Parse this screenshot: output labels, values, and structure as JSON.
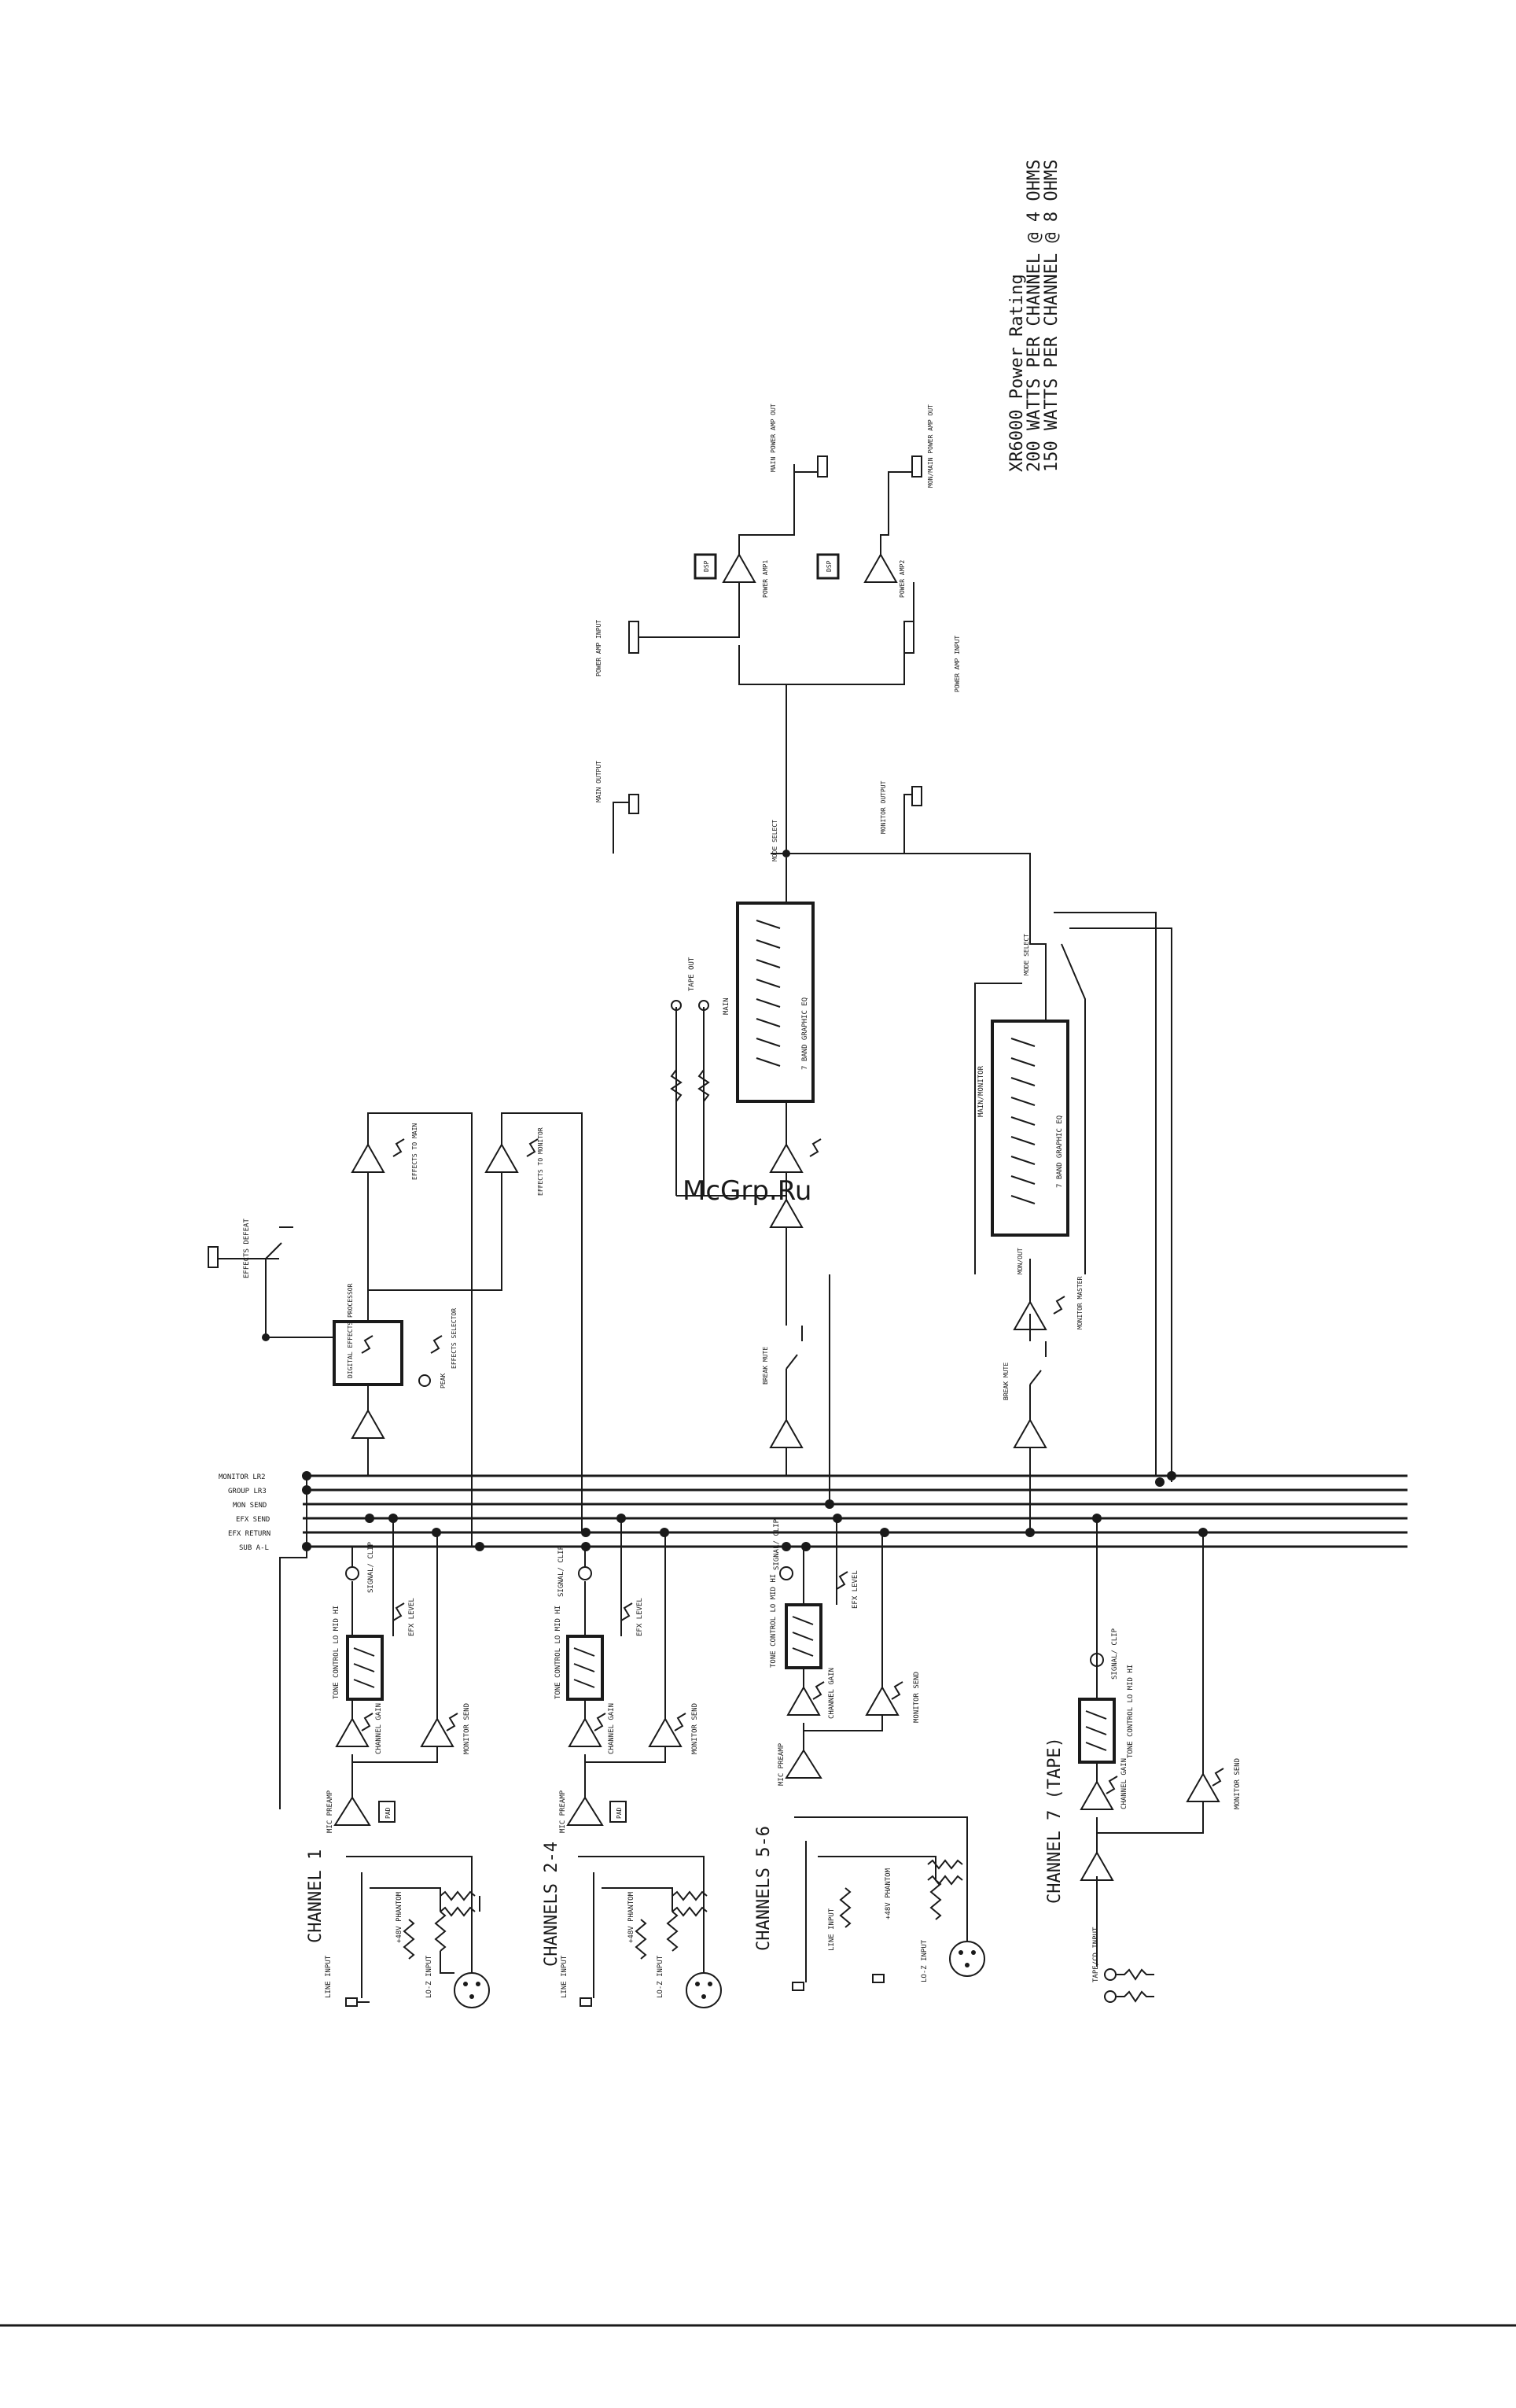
{
  "power_rating": {
    "title": "XR6000 Power Rating",
    "line1": "200 WATTS PER CHANNEL @ 4 OHMS",
    "line2": "150 WATTS PER CHANNEL @ 8 OHMS"
  },
  "watermark": "McGrp.Ru",
  "bus_labels": [
    "MONITOR LR2",
    "GROUP LR3",
    "MON SEND",
    "EFX SEND",
    "EFX RETURN",
    "SUB A-L"
  ],
  "channels": [
    {
      "title": "CHANNEL 1",
      "line_input": "LINE INPUT",
      "lo_z_input": "LO-Z INPUT",
      "phantom": "+48V PHANTOM",
      "mic_preamp": "MIC PREAMP",
      "tone": "TONE CONTROL LO MID HI",
      "channel_gain": "CHANNEL GAIN",
      "monitor_send": "MONITOR SEND",
      "efx_level": "EFX LEVEL",
      "signal_clip": "SIGNAL/ CLIP",
      "badge": "PAD"
    },
    {
      "title": "CHANNELS 2-4",
      "line_input": "LINE INPUT",
      "lo_z_input": "LO-Z INPUT",
      "phantom": "+48V PHANTOM",
      "mic_preamp": "MIC PREAMP",
      "tone": "TONE CONTROL LO MID HI",
      "channel_gain": "CHANNEL GAIN",
      "monitor_send": "MONITOR SEND",
      "efx_level": "EFX LEVEL",
      "signal_clip": "SIGNAL/ CLIP",
      "badge": "PAD"
    },
    {
      "title": "CHANNELS 5-6",
      "line_input": "LINE INPUT",
      "lo_z_input": "LO-Z INPUT",
      "phantom": "+48V PHANTOM",
      "mic_preamp": "MIC PREAMP",
      "tone": "TONE CONTROL LO MID HI",
      "channel_gain": "CHANNEL GAIN",
      "monitor_send": "MONITOR SEND",
      "efx_level": "EFX LEVEL",
      "signal_clip": "SIGNAL/ CLIP"
    },
    {
      "title": "CHANNEL 7 (TAPE)",
      "tape_input": "TAPE/CD INPUT",
      "tone": "TONE CONTROL LO MID HI",
      "channel_gain": "CHANNEL GAIN",
      "monitor_send": "MONITOR SEND",
      "signal_clip": "SIGNAL/ CLIP"
    }
  ],
  "effects": {
    "processor": "DIGITAL EFFECTS PROCESSOR",
    "selector": "EFFECTS SELECTOR",
    "defeat": "EFFECTS DEFEAT",
    "peak": "PEAK",
    "to_main": "EFFECTS TO MAIN",
    "to_monitor": "EFFECTS TO MONITOR"
  },
  "main_section": {
    "eq_title": "MAIN",
    "eq_bands": "7 BAND GRAPHIC EQ",
    "tape_out": "TAPE OUT",
    "break_mute": "BREAK MUTE",
    "mode_select": "MODE SELECT"
  },
  "monitor_section": {
    "eq_title": "MAIN/MONITOR",
    "eq_bands": "7 BAND GRAPHIC EQ",
    "break_mute": "BREAK MUTE",
    "monitor_master": "MONITOR MASTER",
    "mon_out": "MON/OUT",
    "mode_select": "MODE SELECT"
  },
  "outputs": {
    "main_output": "MAIN OUTPUT",
    "monitor_output": "MONITOR OUTPUT",
    "power_amp_input": "POWER AMP INPUT",
    "power_amp_1": "POWER AMP1",
    "power_amp_2": "POWER AMP2",
    "main_out": "MAIN POWER AMP OUT",
    "mon_main_out": "MON/MAIN POWER AMP OUT",
    "dsp": "DSP"
  }
}
